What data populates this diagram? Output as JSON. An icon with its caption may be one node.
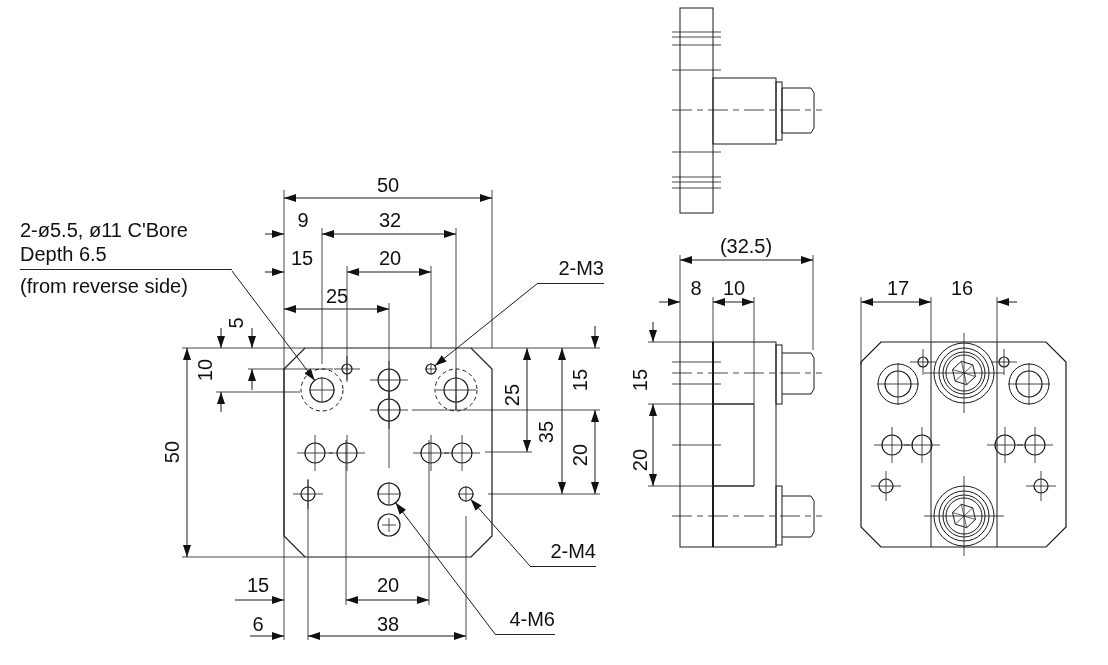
{
  "diagram": {
    "nodes": [
      {
        "text": [
          "2-ø5.5, ø11 C'Bore Depth 6.5",
          "(from reverse side)"
        ]
      },
      {
        "text": [],
        "shape": "circle"
      },
      {
        "text": [
          "2-M3"
        ]
      },
      {
        "text": [],
        "shape": "circle"
      },
      {
        "text": [
          "2-M4"
        ]
      },
      {
        "text": [],
        "shape": "circle"
      },
      {
        "text": [
          "4-M6"
        ]
      },
      {
        "text": [],
        "shape": "circle"
      }
    ],
    "edges": [
      {
        "from": 0,
        "to": 1,
        "arrow": "to"
      },
      {
        "from": 2,
        "to": 3,
        "arrow": "to"
      },
      {
        "from": 4,
        "to": 5,
        "arrow": "to"
      },
      {
        "from": 6,
        "to": 7,
        "arrow": "to"
      }
    ],
    "labels": [
      "50",
      "9",
      "32",
      "15",
      "20",
      "25",
      "5",
      "10",
      "50",
      "25",
      "35",
      "15",
      "20",
      "15",
      "20",
      "6",
      "38",
      "(32.5)",
      "8",
      "10",
      "15",
      "20",
      "17",
      "16"
    ]
  }
}
